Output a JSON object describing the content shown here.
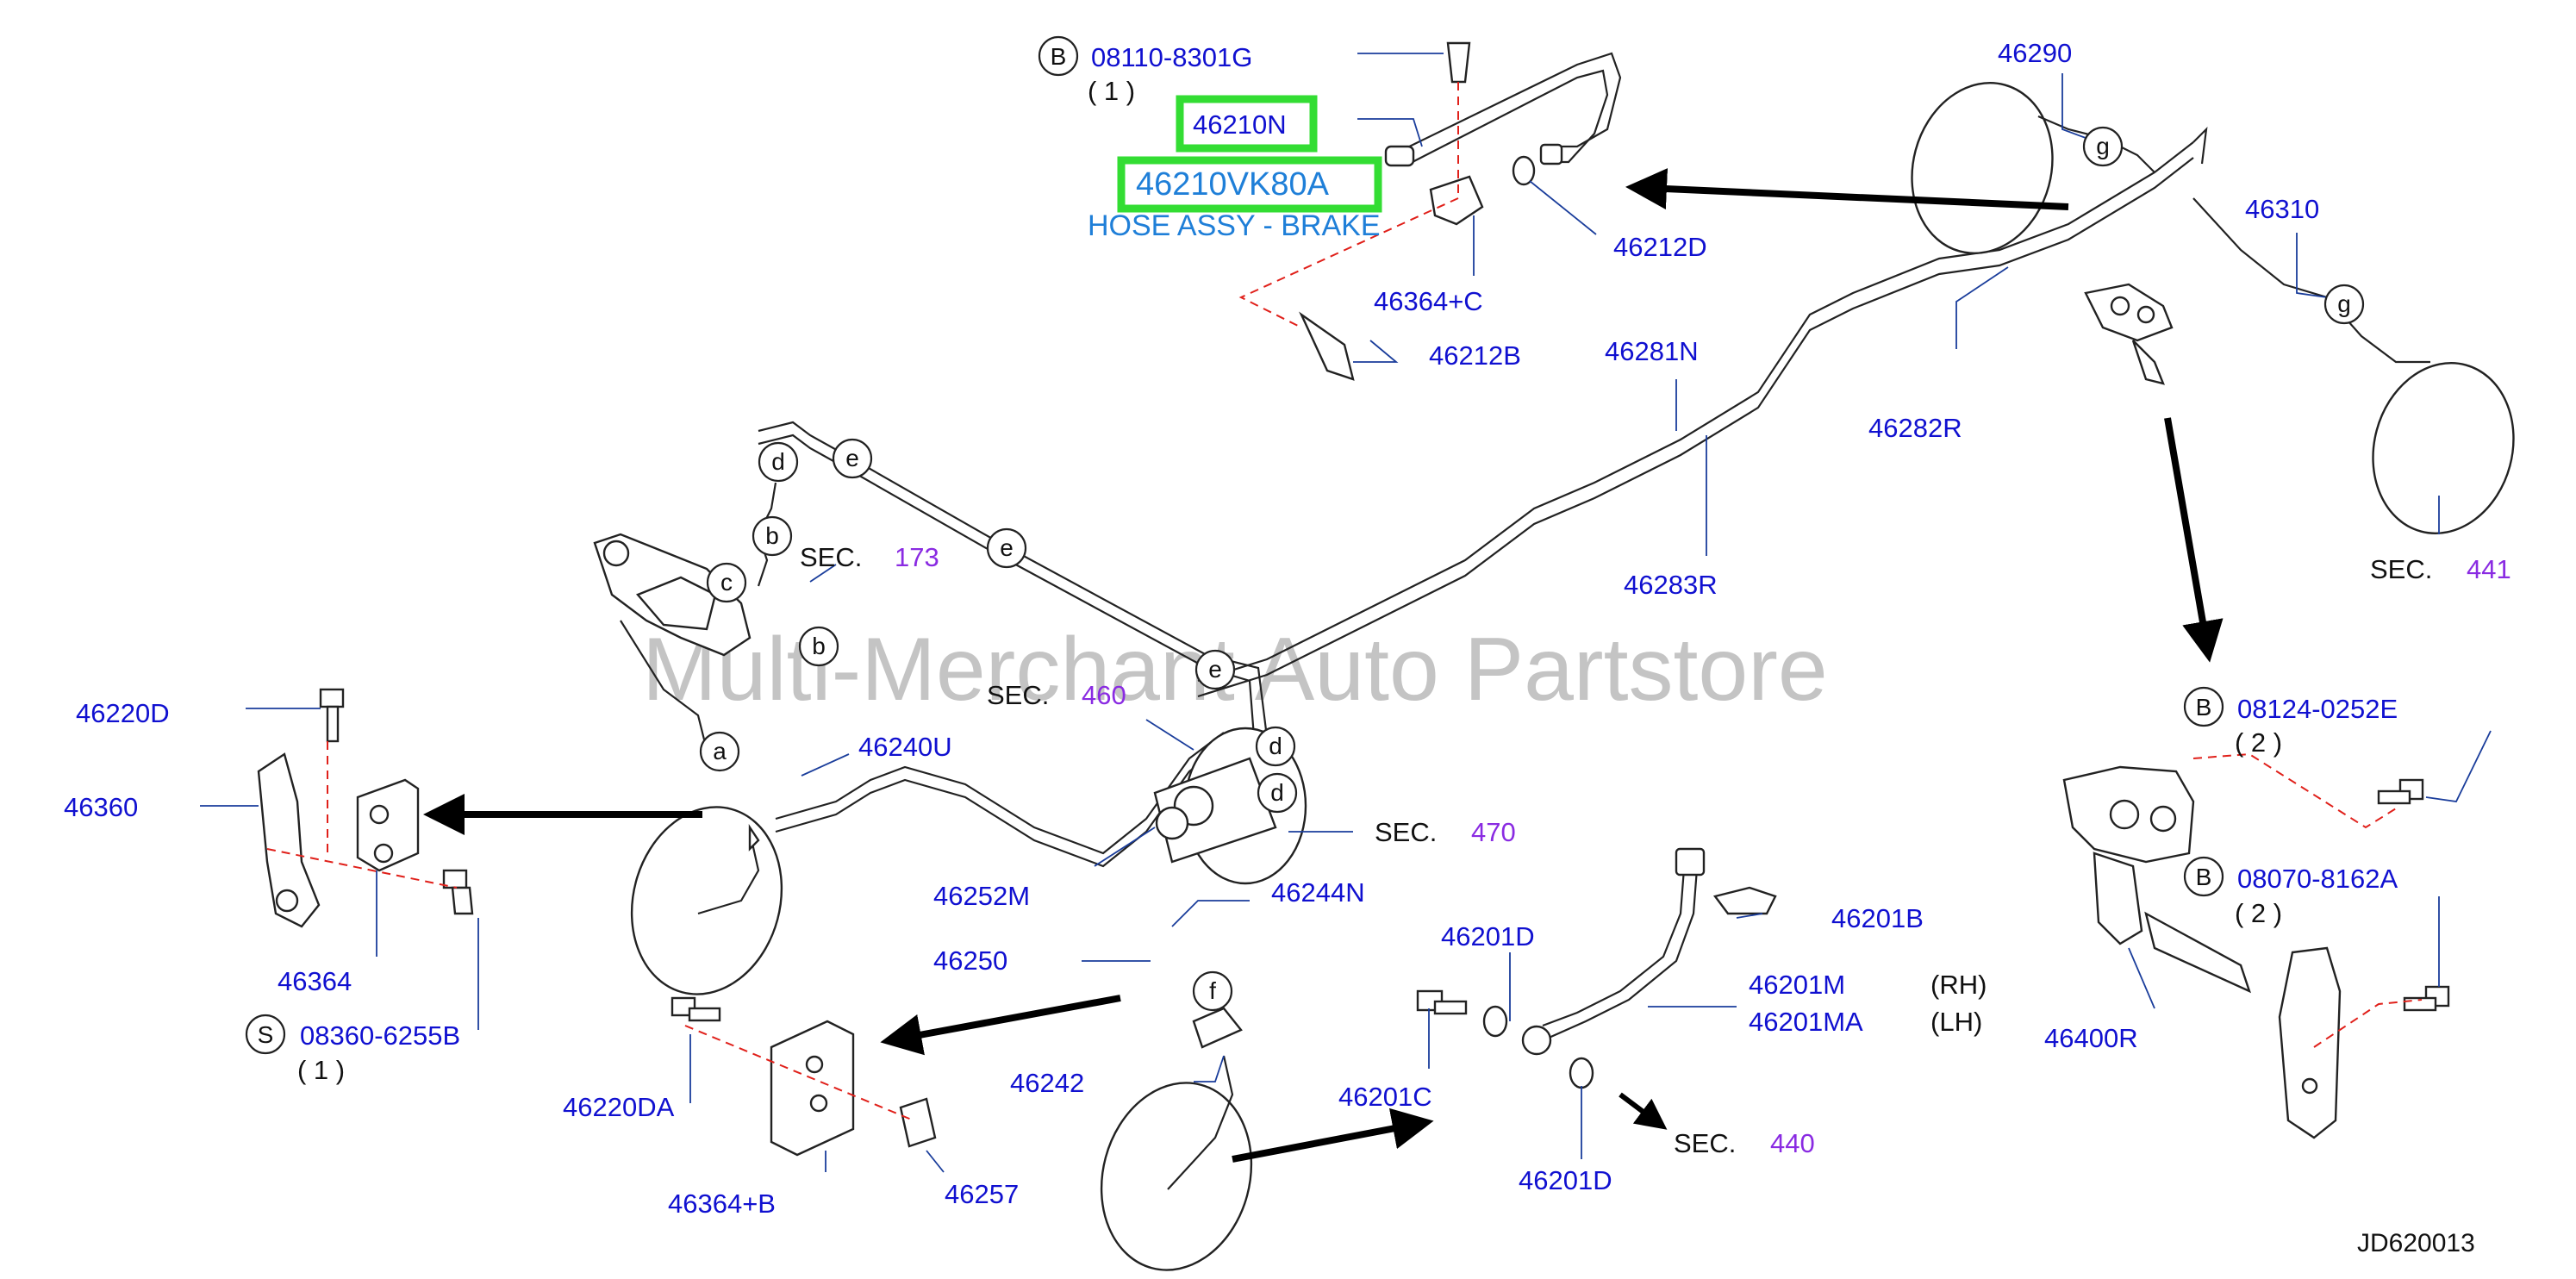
{
  "watermark": "Multi-Merchant Auto Partstore",
  "diagram_code": "JD620013",
  "highlighted": {
    "part_a": "46210N",
    "part_b": "46210VK80A",
    "description": "HOSE ASSY - BRAKE"
  },
  "bolts": [
    {
      "prefix": "B",
      "number": "08110-8301G",
      "qty": "( 1 )"
    },
    {
      "prefix": "B",
      "number": "08124-0252E",
      "qty": "( 2 )"
    },
    {
      "prefix": "B",
      "number": "08070-8162A",
      "qty": "( 2 )"
    },
    {
      "prefix": "S",
      "number": "08360-6255B",
      "qty": "( 1 )"
    }
  ],
  "parts": {
    "p46290": "46290",
    "p46310": "46310",
    "p46212D": "46212D",
    "p46364C": "46364+C",
    "p46212B": "46212B",
    "p46281N": "46281N",
    "p46282R": "46282R",
    "p46283R": "46283R",
    "p46220D": "46220D",
    "p46360": "46360",
    "p46240U": "46240U",
    "p46364": "46364",
    "p46252M": "46252M",
    "p46244N": "46244N",
    "p46250": "46250",
    "p46201D_top": "46201D",
    "p46201B": "46201B",
    "p46201M": "46201M",
    "p46201MA": "46201MA",
    "p46201C": "46201C",
    "p46201D_bottom": "46201D",
    "p46242": "46242",
    "p46220DA": "46220DA",
    "p46364B": "46364+B",
    "p46257": "46257",
    "p46400R": "46400R"
  },
  "side_labels": {
    "rh": "(RH)",
    "lh": "(LH)"
  },
  "sections": [
    {
      "word": "SEC.",
      "num": "173"
    },
    {
      "word": "SEC.",
      "num": "460"
    },
    {
      "word": "SEC.",
      "num": "470"
    },
    {
      "word": "SEC.",
      "num": "440"
    },
    {
      "word": "SEC.",
      "num": "441"
    }
  ],
  "circle_letters": [
    "a",
    "b",
    "b",
    "c",
    "d",
    "d",
    "d",
    "e",
    "e",
    "e",
    "f",
    "g",
    "g"
  ]
}
